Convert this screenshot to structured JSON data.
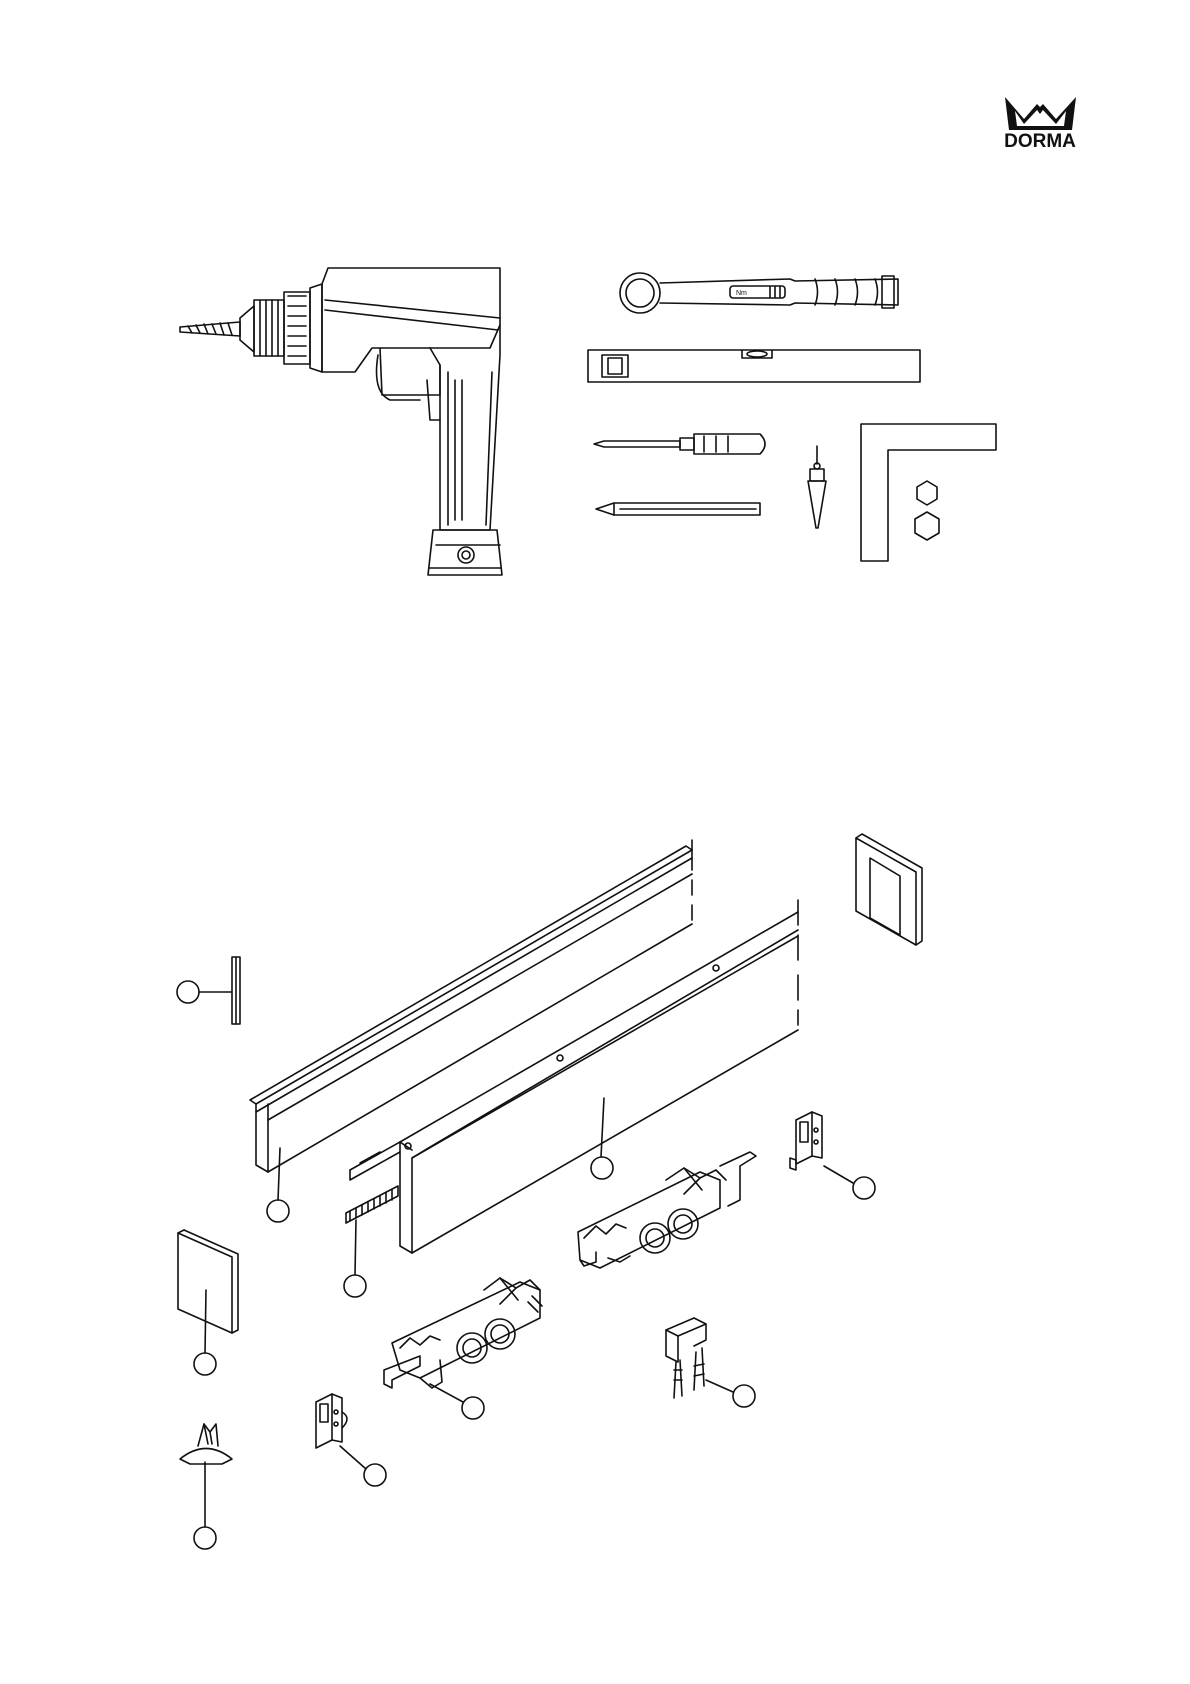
{
  "brand": {
    "name": "DORMA",
    "logo_icon": "crown-icon"
  },
  "tools_section": {
    "tools": [
      {
        "name": "power-drill",
        "icon": "drill-icon"
      },
      {
        "name": "torque-wrench",
        "icon": "wrench-icon",
        "inscription": "Nm"
      },
      {
        "name": "spirit-level",
        "icon": "level-icon"
      },
      {
        "name": "screwdriver",
        "icon": "screwdriver-icon"
      },
      {
        "name": "pencil",
        "icon": "pencil-icon"
      },
      {
        "name": "plumb-bob",
        "icon": "plumb-bob-icon"
      },
      {
        "name": "try-square",
        "icon": "square-icon"
      },
      {
        "name": "hex-keys",
        "icon": "hexagon-icon"
      }
    ]
  },
  "parts_section": {
    "callouts": [
      {
        "id": "c1",
        "label": ""
      },
      {
        "id": "c2",
        "label": ""
      },
      {
        "id": "c3",
        "label": ""
      },
      {
        "id": "c4",
        "label": ""
      },
      {
        "id": "c5",
        "label": ""
      },
      {
        "id": "c6",
        "label": ""
      },
      {
        "id": "c7",
        "label": ""
      },
      {
        "id": "c8",
        "label": ""
      },
      {
        "id": "c9",
        "label": ""
      },
      {
        "id": "c10",
        "label": ""
      }
    ]
  },
  "colors": {
    "line": "#111111",
    "paper": "#ffffff"
  }
}
